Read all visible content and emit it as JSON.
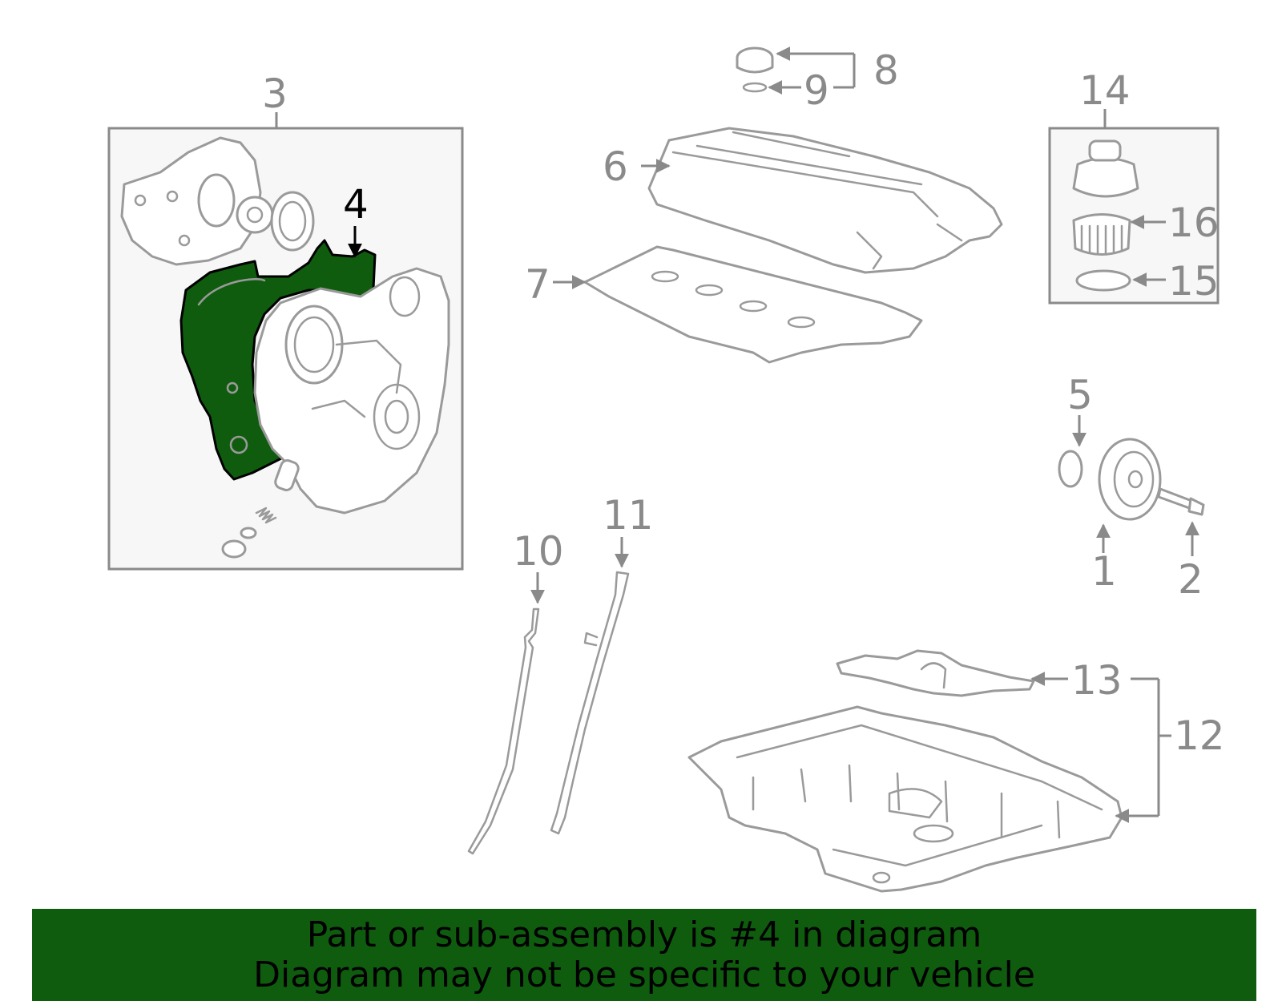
{
  "diagram": {
    "highlight_color": "#0f5c0f",
    "callouts": [
      "1",
      "2",
      "3",
      "4",
      "5",
      "6",
      "7",
      "8",
      "9",
      "10",
      "11",
      "12",
      "13",
      "14",
      "15",
      "16"
    ],
    "highlighted_callout": "4"
  },
  "banner": {
    "line1": "Part or sub-assembly is #4 in diagram",
    "line2": "Diagram may not be specific to your vehicle",
    "background": "#0f5c0f"
  }
}
